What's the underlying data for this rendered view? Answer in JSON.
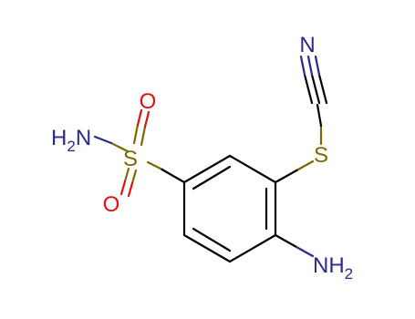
{
  "molecule": {
    "atoms": {
      "sulfonyl_s": "S",
      "sulfonyl_o_top": "O",
      "sulfonyl_o_bottom": "O",
      "sulfonamide_n": {
        "main": "H",
        "sub": "2",
        "tail": "N"
      },
      "thio_s": "S",
      "nitrile_n": "N",
      "amine_n": {
        "main": "NH",
        "sub": "2"
      }
    },
    "colors": {
      "bond": "#000000",
      "sulfur": "#7a6a00",
      "oxygen": "#e01010",
      "nitrogen": "#2a2a8c"
    }
  }
}
